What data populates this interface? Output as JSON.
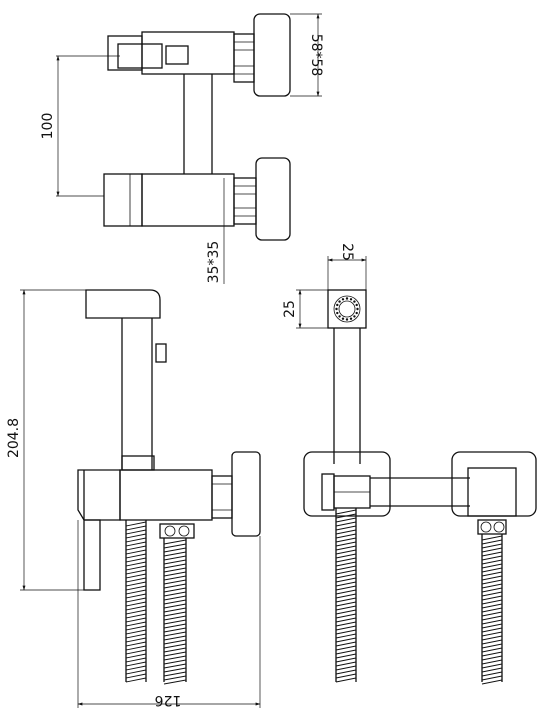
{
  "dimensions": {
    "top_square": "58*58",
    "spacing": "100",
    "nut_square": "35*35",
    "height": "204.8",
    "head_width": "25",
    "head_depth": "25",
    "overall_width": "126"
  },
  "colors": {
    "line": "#111111",
    "background": "#ffffff"
  }
}
